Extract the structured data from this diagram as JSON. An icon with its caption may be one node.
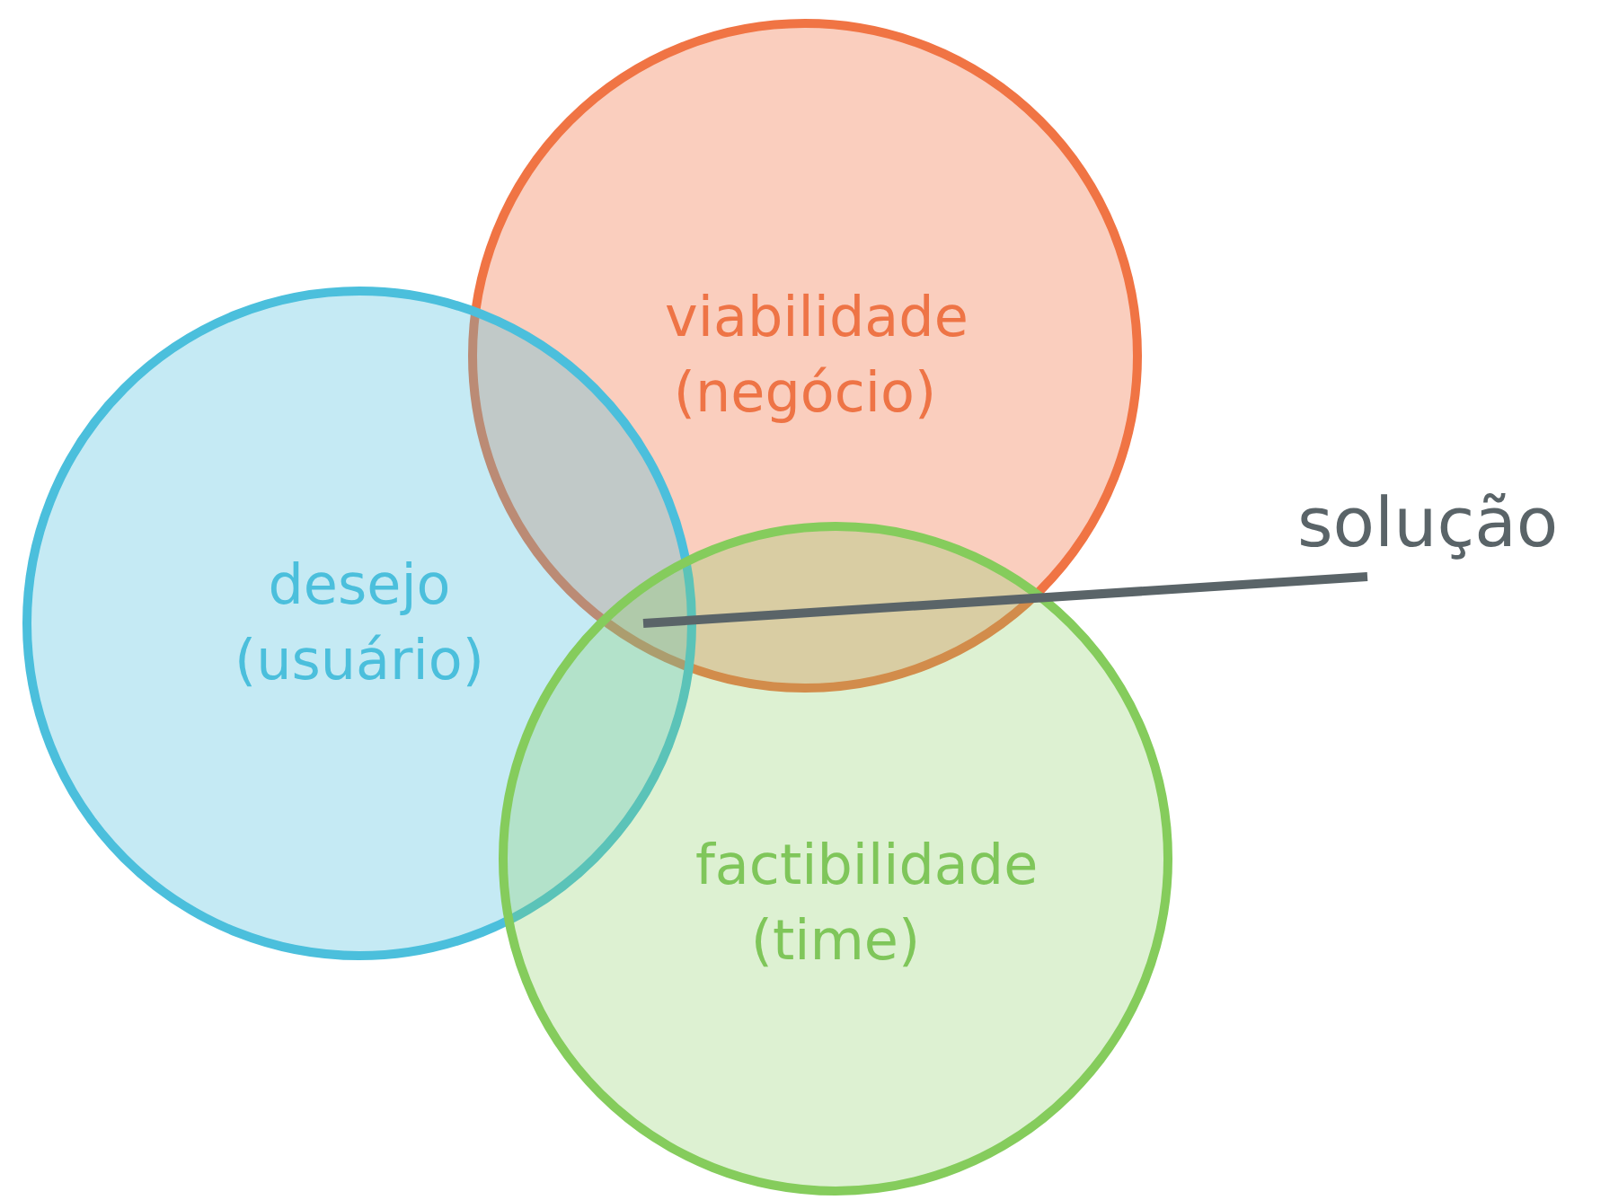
{
  "diagram": {
    "nodes": [
      {
        "text": [
          "viabilidade (negócio)"
        ]
      },
      {
        "text": [
          "desejo (usuário)"
        ]
      },
      {
        "text": [
          "factibilidade (time)"
        ]
      },
      {
        "text": [
          "solução"
        ]
      }
    ],
    "edges": [
      {
        "from": 3,
        "to": 0,
        "arrow": "none"
      }
    ]
  }
}
